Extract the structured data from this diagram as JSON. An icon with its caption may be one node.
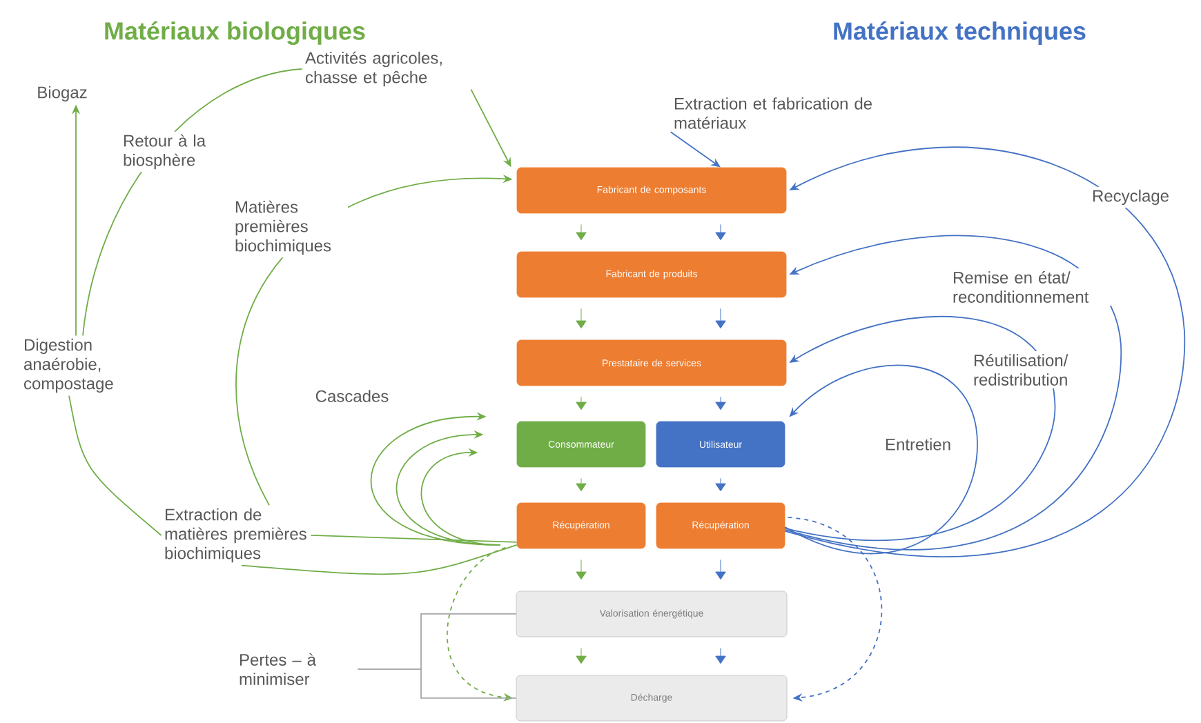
{
  "diagram": {
    "nodes": [
      {
        "text": [
          "Fabricant de composants"
        ]
      },
      {
        "text": [
          "Fabricant de produits"
        ]
      },
      {
        "text": [
          "Prestataire de services"
        ]
      },
      {
        "text": [
          "Consommateur"
        ]
      },
      {
        "text": [
          "Utilisateur"
        ]
      },
      {
        "text": [
          "Récupération"
        ]
      },
      {
        "text": [
          "Récupération"
        ]
      },
      {
        "text": [
          "Valorisation énergétique"
        ]
      },
      {
        "text": [
          "Décharge"
        ]
      },
      {
        "text": [
          "Biogaz"
        ]
      },
      {
        "text": [
          "Activités agricoles, chasse et pêche"
        ]
      },
      {
        "text": [
          "Extraction et fabrication de matériaux"
        ]
      },
      {
        "text": [
          "Digestion anaérobie, compostage"
        ]
      },
      {
        "text": [
          "Extraction de matières premières biochimiques"
        ]
      },
      {
        "text": [
          "Pertes – à minimiser"
        ]
      }
    ],
    "edges": [
      {
        "from": 12,
        "to": 9,
        "arrow": "to"
      },
      {
        "from": 12,
        "to": 10,
        "arrow": "none",
        "label": "Retour à la biosphère"
      },
      {
        "from": 10,
        "to": 0,
        "arrow": "to"
      },
      {
        "from": 13,
        "to": 0,
        "arrow": "to",
        "label": "Matières premières biochimiques"
      },
      {
        "from": 12,
        "to": 13,
        "arrow": "none"
      },
      {
        "from": 5,
        "to": 13,
        "arrow": "none"
      },
      {
        "from": 5,
        "to": 13,
        "arrow": "none"
      },
      {
        "from": 5,
        "to": 3,
        "arrow": "to"
      },
      {
        "from": 5,
        "to": 3,
        "arrow": "to"
      },
      {
        "from": 5,
        "to": 3,
        "arrow": "to"
      },
      {
        "from": 11,
        "to": 0,
        "arrow": "to",
        "color": "#4472c4"
      },
      {
        "from": 6,
        "to": 0,
        "arrow": "to",
        "color": "#4472c4",
        "label": "Recyclage"
      },
      {
        "from": 6,
        "to": 1,
        "arrow": "to",
        "color": "#4472c4",
        "label": "Remise en état/ reconditionnement"
      },
      {
        "from": 6,
        "to": 2,
        "arrow": "to",
        "color": "#4472c4",
        "label": "Réutilisation/ redistribution"
      },
      {
        "from": 6,
        "to": 4,
        "arrow": "to",
        "color": "#4472c4",
        "label": "Entretien"
      },
      {
        "from": 5,
        "to": 8,
        "arrow": "to",
        "style": "dashed"
      },
      {
        "from": 6,
        "to": 8,
        "arrow": "to",
        "style": "dashed",
        "color": "#4472c4"
      },
      {
        "from": 14,
        "to": 7,
        "arrow": "none",
        "color": "#a6a6a6"
      },
      {
        "from": 14,
        "to": 8,
        "arrow": "none",
        "color": "#a6a6a6"
      },
      {
        "from": 0,
        "to": 1,
        "arrow": "to"
      },
      {
        "from": 0,
        "to": 1,
        "arrow": "to",
        "color": "#4472c4"
      },
      {
        "from": 1,
        "to": 2,
        "arrow": "to"
      },
      {
        "from": 1,
        "to": 2,
        "arrow": "to",
        "color": "#4472c4"
      },
      {
        "from": 2,
        "to": 3,
        "arrow": "to"
      },
      {
        "from": 2,
        "to": 4,
        "arrow": "to",
        "color": "#4472c4"
      },
      {
        "from": 3,
        "to": 5,
        "arrow": "to"
      },
      {
        "from": 4,
        "to": 6,
        "arrow": "to",
        "color": "#4472c4"
      },
      {
        "from": 5,
        "to": 7,
        "arrow": "to"
      },
      {
        "from": 6,
        "to": 7,
        "arrow": "to",
        "color": "#4472c4"
      },
      {
        "from": 7,
        "to": 8,
        "arrow": "to"
      },
      {
        "from": 7,
        "to": 8,
        "arrow": "to",
        "color": "#4472c4"
      }
    ],
    "labels": [
      "Matériaux biologiques",
      "Matériaux techniques",
      "Cascades"
    ]
  }
}
